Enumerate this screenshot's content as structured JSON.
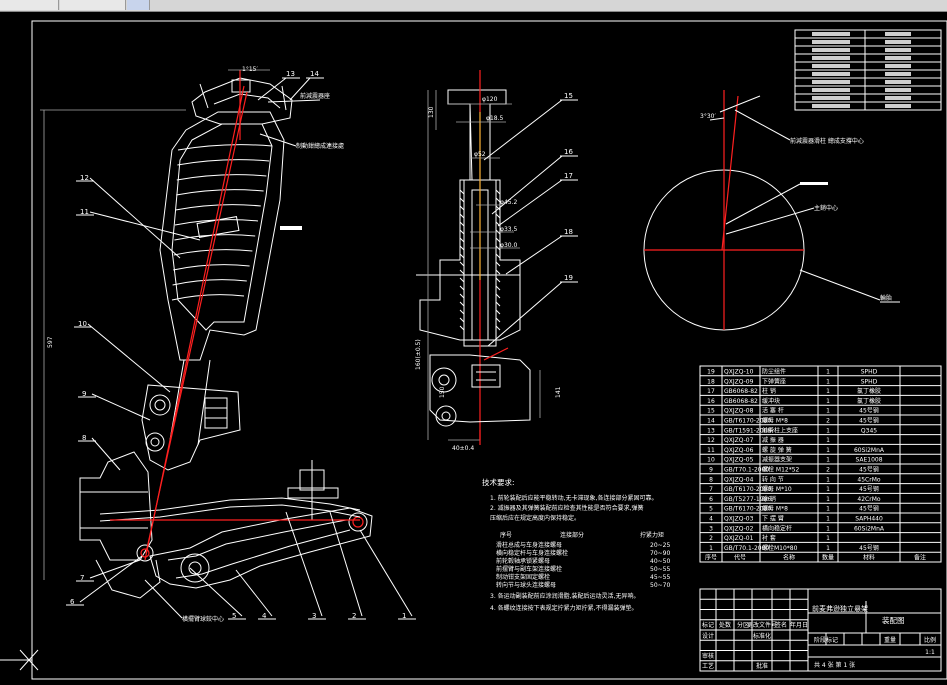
{
  "labels": {
    "upper_mount": "前減震器座",
    "brake_caliper": "制動鉗總成連接處",
    "wheel_center_right": "前減震器滑柱\n總成支撐中心",
    "kingpin_center": "主銷中心",
    "tire": "輪胎",
    "lower_ball": "橫擺臂球鉸中心",
    "angle_top": "3°30′",
    "angle_small": "1°15′",
    "dim_vertical": "597",
    "dim_160": "160(±0.5)",
    "dim_130": "130",
    "dim_120": "φ120",
    "dim_18": "φ18.5",
    "dim_52": "φ52",
    "dim_45": "φ45.2",
    "dim_33": "φ33.5",
    "dim_30": "φ30.0",
    "dim_40": "40±0.4",
    "dim_150": "150",
    "dim_141": "141"
  },
  "callouts": {
    "left": [
      "12",
      "11",
      "10",
      "9",
      "8",
      "7",
      "6",
      "5",
      "4",
      "3",
      "2",
      "1"
    ],
    "top": [
      "13",
      "14"
    ],
    "middle": [
      "15",
      "16",
      "17",
      "18",
      "19"
    ]
  },
  "tech": {
    "heading": "技术要求:",
    "notes": [
      "1. 前轮装配后应能平稳转动,无卡滞现象,各连接部分紧固可靠。",
      "2. 减振器及其弹簧装配前应检查其性能是否符合要求,弹簧",
      "   压缩后应在规定高度内保持稳定。",
      "3. 各运动副装配前应涂润滑脂,装配后运动灵活,无异响。",
      "4. 各螺纹连接按下表规定拧紧力矩拧紧,不得漏装弹垫。"
    ],
    "torque_header": [
      "序号",
      "连接部分",
      "拧紧力矩"
    ],
    "torque_rows": [
      [
        "",
        "滑柱总成与车身连接螺母",
        "20~25"
      ],
      [
        "",
        "横向稳定杆与车身连接螺栓",
        "70~90"
      ],
      [
        "",
        "前轮毂轴承锁紧螺母",
        "40~50"
      ],
      [
        "",
        "前摆臂与副车架连接螺栓",
        "50~55"
      ],
      [
        "",
        "制动钳支架固定螺栓",
        "45~55"
      ],
      [
        "",
        "转向节与球头连接螺母",
        "50~70"
      ]
    ]
  },
  "title_block": {
    "rows": [
      [
        "",
        ""
      ],
      [
        "",
        ""
      ],
      [
        "",
        ""
      ],
      [
        "",
        ""
      ],
      [
        "",
        ""
      ],
      [
        "",
        ""
      ],
      [
        "",
        ""
      ],
      [
        "",
        ""
      ],
      [
        "",
        ""
      ],
      [
        "",
        ""
      ]
    ]
  },
  "bom": {
    "rows": [
      [
        "19",
        "QXJZQ-10",
        "防尘组件",
        "1",
        "SPHD",
        ""
      ],
      [
        "18",
        "QXJZQ-09",
        "下弹簧座",
        "1",
        "SPHD",
        ""
      ],
      [
        "17",
        "GB6068-82",
        "柱 销",
        "1",
        "氯丁橡胶",
        ""
      ],
      [
        "16",
        "GB6068-82",
        "缓冲块",
        "1",
        "氯丁橡胶",
        ""
      ],
      [
        "15",
        "QXJZQ-08",
        "活 塞 杆",
        "1",
        "45号钢",
        ""
      ],
      [
        "14",
        "GB/T6170-2000",
        "螺母 M*8",
        "2",
        "45号钢",
        ""
      ],
      [
        "13",
        "GB/T1591-2008",
        "前滑柱上支座",
        "1",
        "Q345",
        ""
      ],
      [
        "12",
        "QXJZQ-07",
        "减 振 器",
        "1",
        "",
        ""
      ],
      [
        "11",
        "QXJZQ-06",
        "螺 旋 弹 簧",
        "1",
        "60Si2MnA",
        ""
      ],
      [
        "10",
        "QXJZQ-05",
        "减振器支架",
        "1",
        "SAE1008",
        ""
      ],
      [
        "9",
        "GB/T70.1-2000",
        "螺栓 M12*52",
        "2",
        "45号钢",
        ""
      ],
      [
        "8",
        "QXJZQ-04",
        "转 向 节",
        "1",
        "45CrMo",
        ""
      ],
      [
        "7",
        "GB/T6170-2000",
        "螺母 M*10",
        "1",
        "45号钢",
        ""
      ],
      [
        "6",
        "GB/T5277-1986",
        "球 销",
        "1",
        "42CrMo",
        ""
      ],
      [
        "5",
        "GB/T6170-2000",
        "螺母 M*8",
        "1",
        "45号钢",
        ""
      ],
      [
        "4",
        "QXJZQ-03",
        "下 摆 臂",
        "1",
        "SAPH440",
        ""
      ],
      [
        "3",
        "QXJZQ-02",
        "横向稳定杆",
        "1",
        "60Si2MnA",
        ""
      ],
      [
        "2",
        "QXJZQ-01",
        "衬 套",
        "1",
        "",
        ""
      ],
      [
        "1",
        "GB/T70.1-2000",
        "螺栓M10*80",
        "1",
        "45号钢",
        ""
      ]
    ],
    "header": [
      "序号",
      "代号",
      "名称",
      "数量",
      "材料",
      "备注"
    ]
  },
  "title": {
    "drawing_name": "前麦弗逊独立悬架",
    "type": "装配图",
    "left_labels": [
      "标记",
      "处数",
      "分区",
      "更改文件号",
      "签名",
      "年月日"
    ],
    "row2": [
      "设计",
      "",
      "",
      "标准化",
      "",
      ""
    ],
    "row3": [
      "审核",
      "",
      "",
      "",
      "",
      ""
    ],
    "row4": [
      "工艺",
      "",
      "",
      "批准",
      "",
      ""
    ],
    "stage_labels": [
      "阶段标记",
      "重量",
      "比例"
    ],
    "scale": "1:1",
    "sheet": "共 4 张  第 1 张"
  }
}
